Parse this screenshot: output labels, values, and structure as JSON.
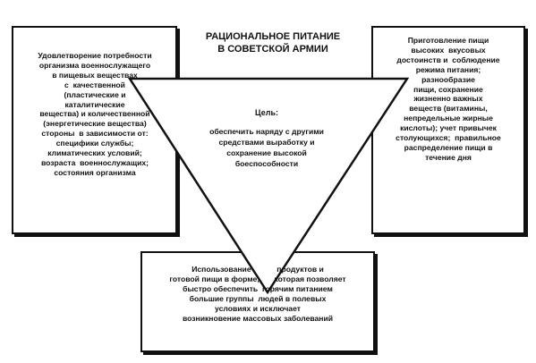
{
  "diagram": {
    "title": "РАЦИОНАЛЬНОЕ ПИТАНИЕ\nВ СОВЕТСКОЙ АРМИИ",
    "left_box": {
      "text": "Удовлетворение потребности\nорганизма военнослужащего\nв пищевых веществах\nс  качественной\n(пластические и\nкаталитические\nвещества) и количественной\n(энергетические вещества)\nстороны  в зависимости от:\nспецифики службы;\nклиматических условий;\nвозраста  военнослужащих;\nсостояния организма"
    },
    "right_box": {
      "text": "Приготовление пищи\nвысоких  вкусовых\nдостоинств и  соблюдение\nрежима питания;\nразнообразие\nпищи, сохранение\nжизненно важных\nвеществ (витамины,\nнепредельные жирные\nкислоты); учет привычек\nстолующихся;  правильное\nраспределение пищи в\nтечение дня"
    },
    "bottom_box": {
      "text": "Использование            продуктов и\nготовой пищи в форме,       которая позволяет\nбыстро обеспечить  горячим питанием\nбольшие группы  людей в полевых\nусловиях и исключает\nвозникновение массовых заболеваний"
    },
    "goal": {
      "label": "Цель:",
      "text": "обеспечить наряду с другими\nсредствами выработку и\nсохранение высокой\nбоеспособности"
    }
  },
  "colors": {
    "ink": "#111111",
    "paper": "#ffffff"
  }
}
